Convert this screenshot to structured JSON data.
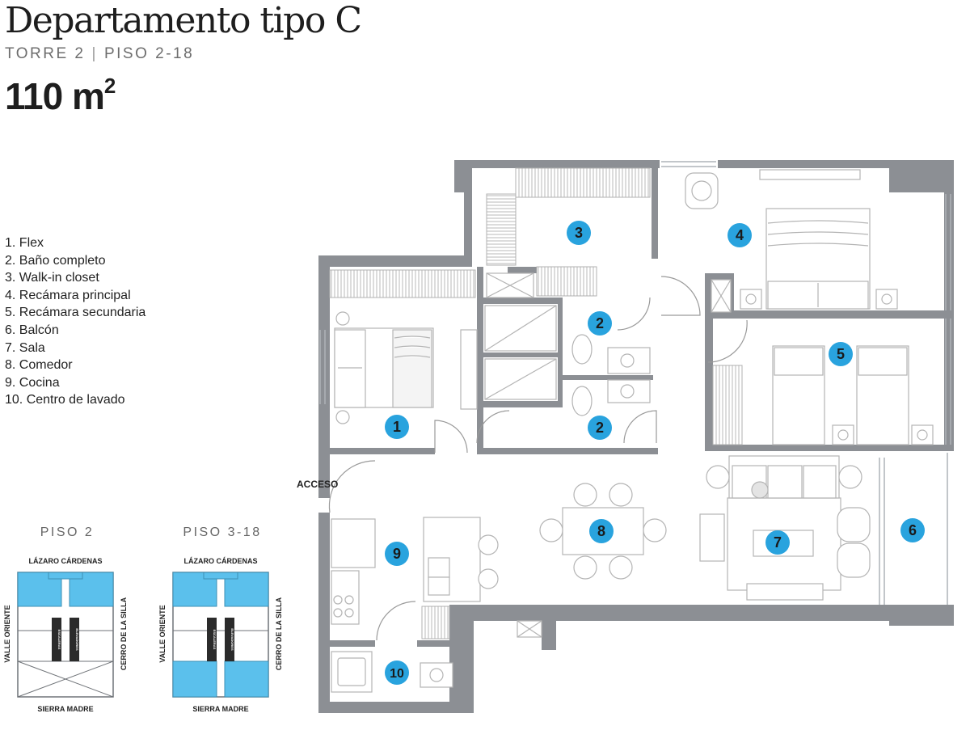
{
  "header": {
    "title": "Departamento tipo C",
    "tower": "TORRE 2",
    "floors": "PISO 2-18",
    "area_value": "110 m",
    "area_unit_sup": "2"
  },
  "legend": [
    "1. Flex",
    "2. Baño completo",
    "3. Walk-in closet",
    "4. Recámara principal",
    "5. Recámara secundaria",
    "6. Balcón",
    "7. Sala",
    "8. Comedor",
    "9. Cocina",
    "10. Centro de lavado"
  ],
  "plan": {
    "entrance_label": "ACCESO",
    "markers": [
      "1",
      "2",
      "2",
      "3",
      "4",
      "5",
      "6",
      "7",
      "8",
      "9",
      "10"
    ]
  },
  "minimaps": [
    {
      "title": "PISO 2",
      "north": "LÁZARO CÁRDENAS",
      "south": "SIERRA MADRE",
      "west": "VALLE ORIENTE",
      "east": "CERRO DE LA SILLA",
      "core_left": "ESCALERAS",
      "core_right": "ELEVADORES"
    },
    {
      "title": "PISO 3-18",
      "north": "LÁZARO CÁRDENAS",
      "south": "SIERRA MADRE",
      "west": "VALLE ORIENTE",
      "east": "CERRO DE LA SILLA",
      "core_left": "ESCALERAS",
      "core_right": "ELEVADORES"
    }
  ],
  "colors": {
    "wall": "#8c8f94",
    "marker": "#29a3de",
    "highlight": "#5bc0ec",
    "furniture": "#b4b4b4"
  }
}
